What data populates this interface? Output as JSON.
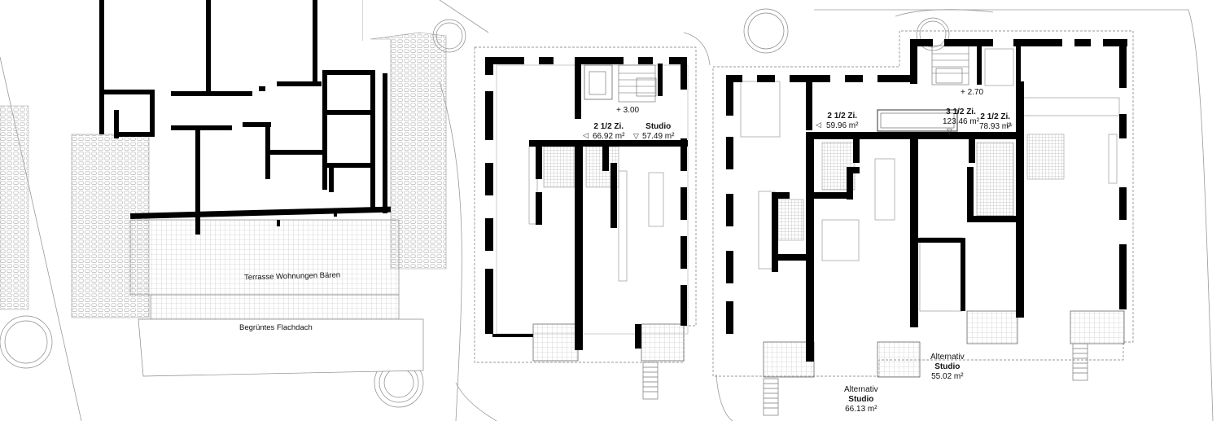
{
  "labels": {
    "terrace": "Terrasse Wohnungen Bären",
    "green_roof": "Begrüntes Flachdach",
    "level_a": "+ 3.00",
    "level_b": "+ 2.70",
    "unit_a1_name": "2 1/2 Zi.",
    "unit_a1_area": "66.92 m²",
    "unit_a2_name": "Studio",
    "unit_a2_area": "57.49 m²",
    "unit_b1_name": "2 1/2 Zi.",
    "unit_b1_area": "59.96 m²",
    "unit_b2_name": "3 1/2 Zi.",
    "unit_b2_area": "123.46 m²",
    "unit_b3_name": "2 1/2 Zi.",
    "unit_b3_area": "78.93 m²",
    "alt1_prefix": "Alternativ",
    "alt1_name": "Studio",
    "alt1_area": "55.02 m²",
    "alt2_prefix": "Alternativ",
    "alt2_name": "Studio",
    "alt2_area": "66.13 m²"
  },
  "colors": {
    "wall": "#000000",
    "line": "#8c8c8c",
    "hatch": "#b5b5b5"
  }
}
